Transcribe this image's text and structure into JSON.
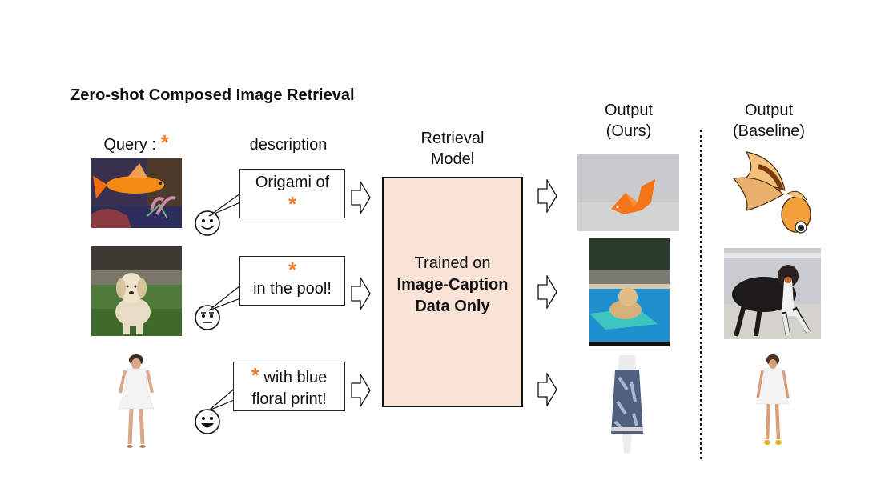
{
  "title": "Zero-shot Composed Image Retrieval",
  "columns": {
    "query_label": "Query :",
    "query_token": "*",
    "description_label": "description",
    "model_label_line1": "Retrieval",
    "model_label_line2": "Model",
    "ours_line1": "Output",
    "ours_line2": "(Ours)",
    "baseline_line1": "Output",
    "baseline_line2": "(Baseline)"
  },
  "model": {
    "line1": "Trained on",
    "line2": "Image-Caption",
    "line3": "Data Only",
    "fill_color": "#f9e3d6"
  },
  "accent_color": "#ec7a2c",
  "rows": [
    {
      "query_image": "goldfish in aquarium",
      "face": "smiling-face",
      "desc_line1": "Origami of",
      "desc_line2": "*",
      "ours_image": "orange origami goldfish",
      "baseline_image": "cartoon goldfish illustration"
    },
    {
      "query_image": "golden retriever sitting on grass",
      "face": "skeptical-face",
      "desc_line1": "*",
      "desc_line2": "in the pool!",
      "ours_image": "golden retriever on pool float",
      "baseline_image": "australian shepherd on beach"
    },
    {
      "query_image": "woman in white dress",
      "face": "grinning-face",
      "desc_line1": "* with blue",
      "desc_line2": "floral print!",
      "ours_image": "blue floral dress on mannequin",
      "baseline_image": "woman in white lace dress"
    }
  ]
}
